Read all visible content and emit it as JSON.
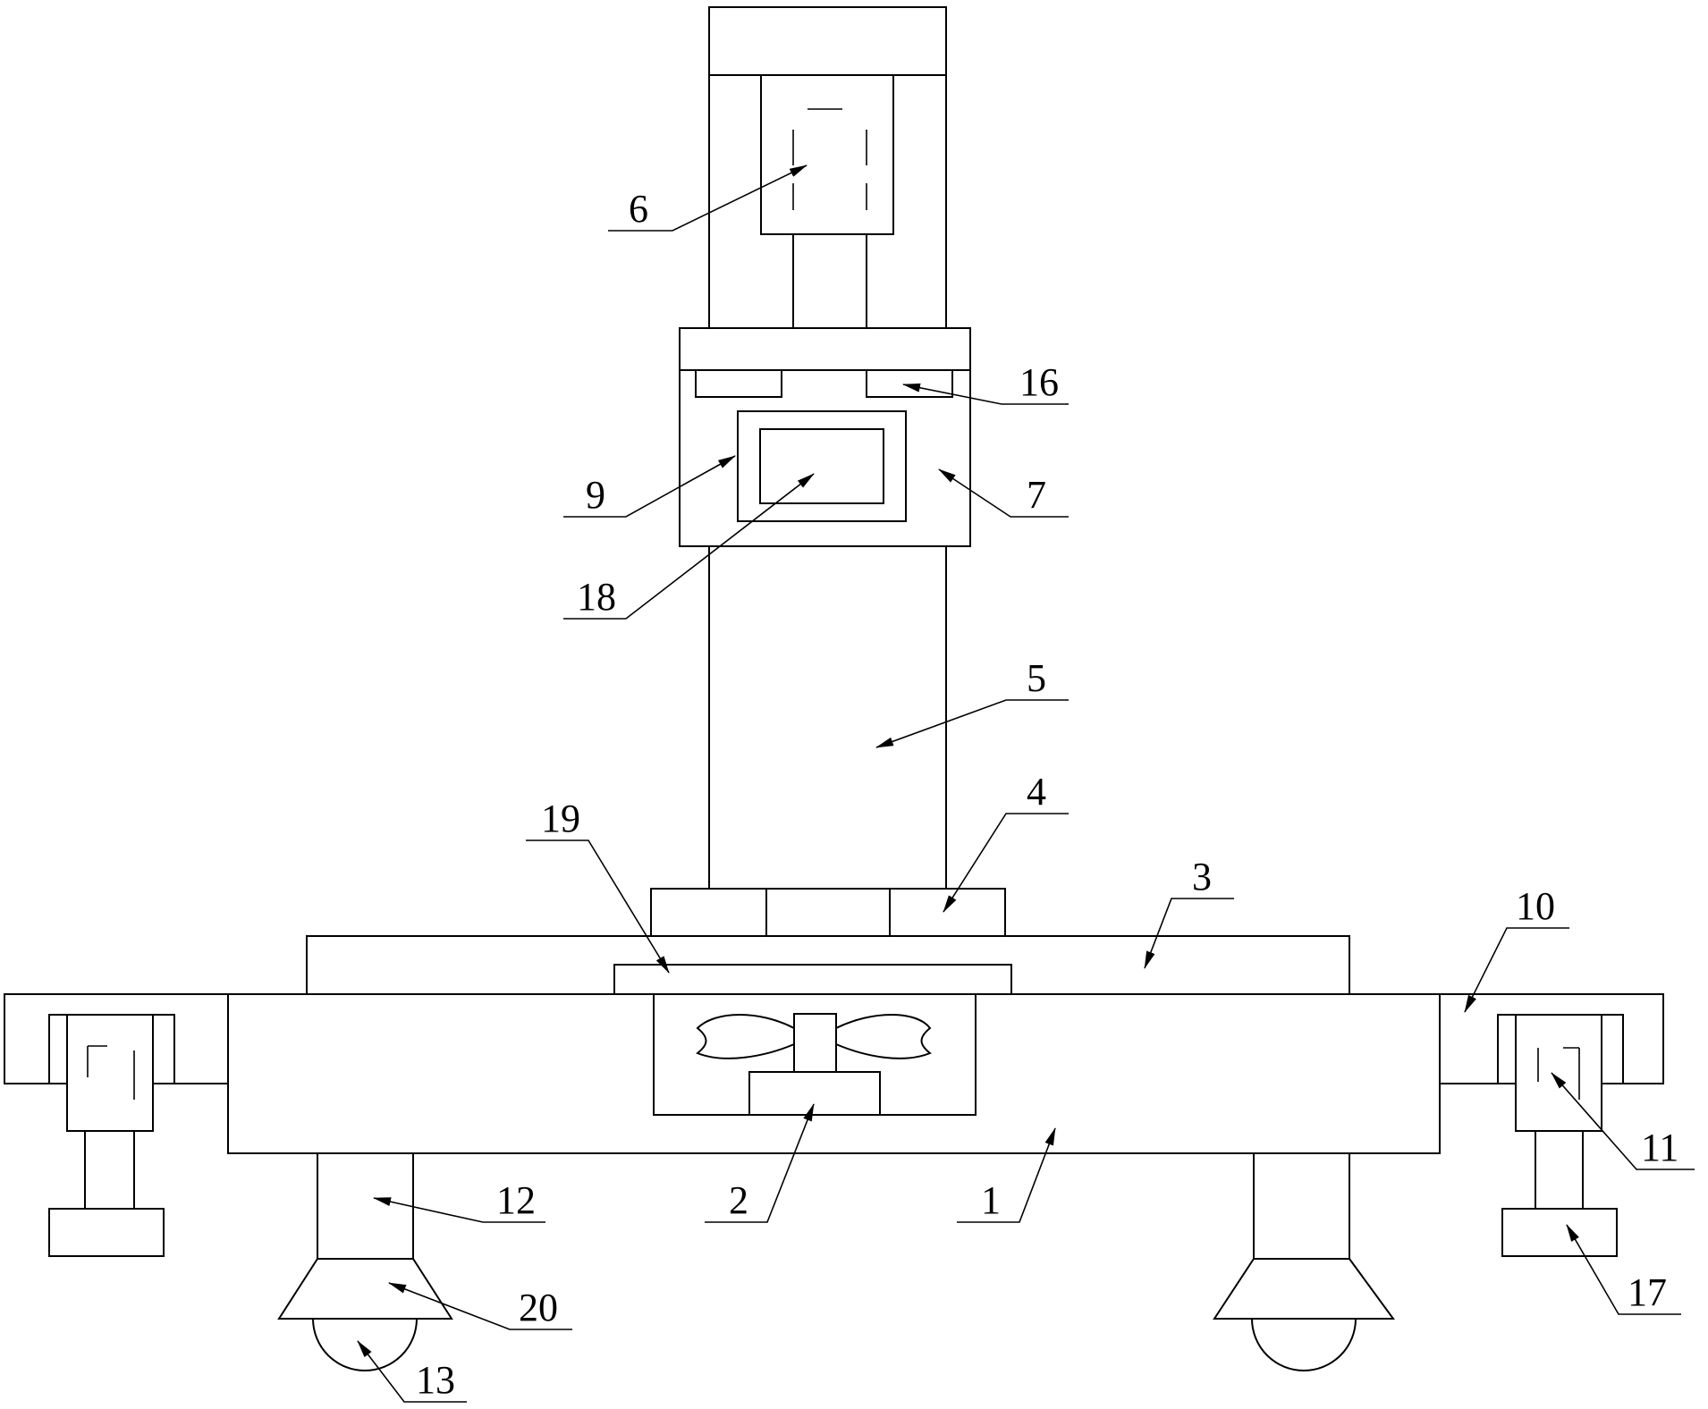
{
  "labels": {
    "l1": "1",
    "l2": "2",
    "l3": "3",
    "l4": "4",
    "l5": "5",
    "l6": "6",
    "l7": "7",
    "l9": "9",
    "l10": "10",
    "l11": "11",
    "l12": "12",
    "l13": "13",
    "l16": "16",
    "l17": "17",
    "l18": "18",
    "l19": "19",
    "l20": "20"
  }
}
